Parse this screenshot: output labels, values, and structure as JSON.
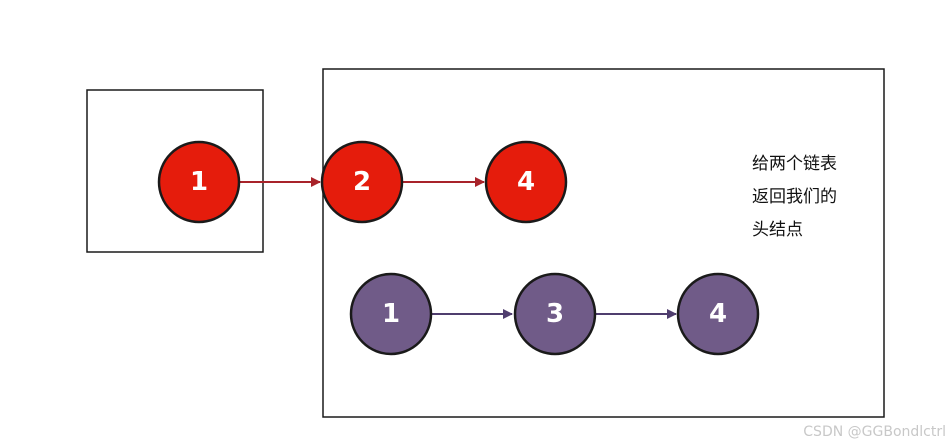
{
  "colors": {
    "red_node": "#e51c0c",
    "red_arrow": "#a8232a",
    "purple_node": "#705b88",
    "purple_arrow": "#4f3d6e",
    "stroke": "#1a1a1a"
  },
  "lists": {
    "merged_head": {
      "nodes": [
        "1"
      ]
    },
    "list_a": {
      "nodes": [
        "2",
        "4"
      ]
    },
    "list_b": {
      "nodes": [
        "1",
        "3",
        "4"
      ]
    }
  },
  "note": {
    "line1": "给两个链表",
    "line2": "返回我们的",
    "line3": "头结点"
  },
  "watermark": "CSDN @GGBondlctrl"
}
